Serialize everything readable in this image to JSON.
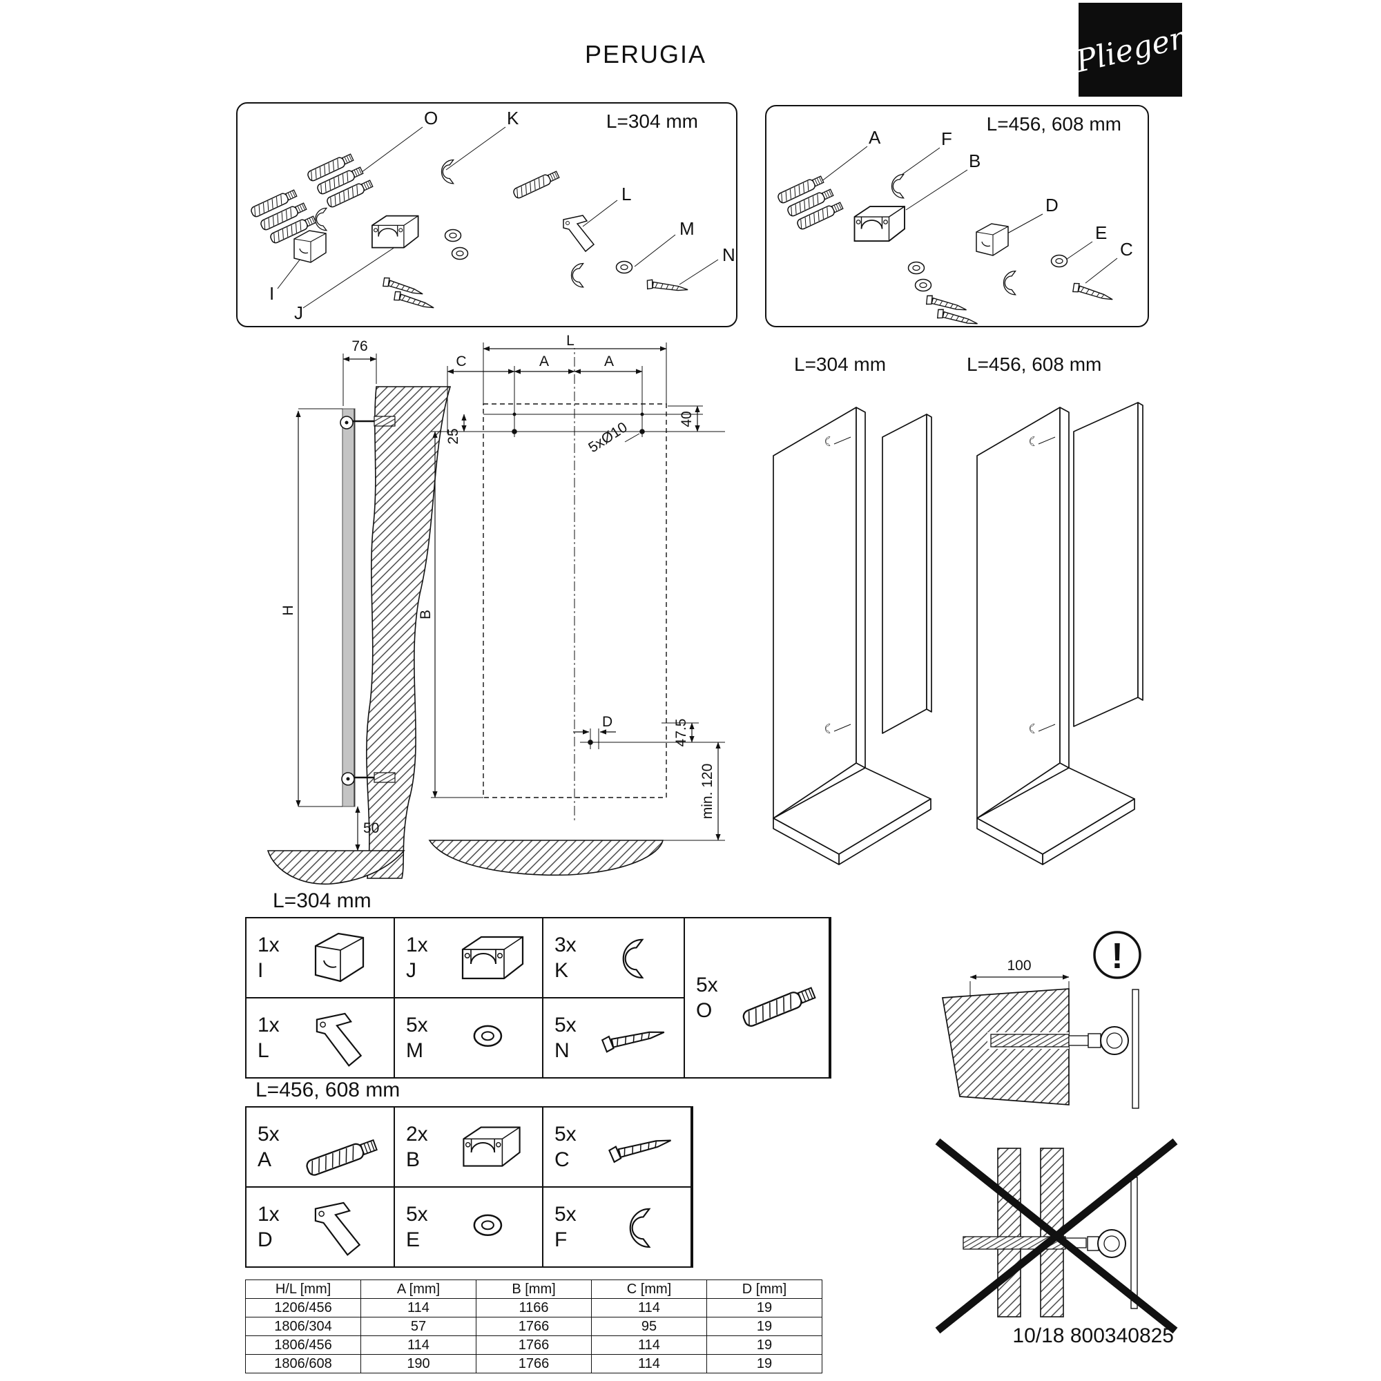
{
  "header": {
    "title": "PERUGIA",
    "brand": "Plieger",
    "doc_code": "10/18 800340825"
  },
  "exploded_304": {
    "size_label": "L=304 mm",
    "parts": {
      "o": "O",
      "k": "K",
      "l": "L",
      "m": "M",
      "n": "N",
      "i": "I",
      "j": "J"
    }
  },
  "exploded_456": {
    "size_label": "L=456, 608 mm",
    "parts": {
      "a": "A",
      "f": "F",
      "b": "B",
      "d": "D",
      "e": "E",
      "c": "C"
    }
  },
  "side_view": {
    "dim_top": "76",
    "dim_height": "H",
    "dim_bottom": "50"
  },
  "front_view": {
    "dim_l": "L",
    "dim_c": "C",
    "dim_a1": "A",
    "dim_a2": "A",
    "dim_40": "40",
    "dim_25": "25",
    "dim_b": "B",
    "holes": "5xØ10",
    "dim_d": "D",
    "dim_475": "47.5",
    "dim_min": "min. 120"
  },
  "iso_views": {
    "label_304": "L=304 mm",
    "label_456": "L=456, 608 mm"
  },
  "parts_table_304": {
    "label": "L=304 mm",
    "i": {
      "qty": "1x",
      "id": "I"
    },
    "j": {
      "qty": "1x",
      "id": "J"
    },
    "k": {
      "qty": "3x",
      "id": "K"
    },
    "o": {
      "qty": "5x",
      "id": "O"
    },
    "l": {
      "qty": "1x",
      "id": "L"
    },
    "m": {
      "qty": "5x",
      "id": "M"
    },
    "n": {
      "qty": "5x",
      "id": "N"
    }
  },
  "parts_table_456": {
    "label": "L=456, 608 mm",
    "a": {
      "qty": "5x",
      "id": "A"
    },
    "b": {
      "qty": "2x",
      "id": "B"
    },
    "c": {
      "qty": "5x",
      "id": "C"
    },
    "d": {
      "qty": "1x",
      "id": "D"
    },
    "e": {
      "qty": "5x",
      "id": "E"
    },
    "f": {
      "qty": "5x",
      "id": "F"
    }
  },
  "spec_table": {
    "headers": [
      "H/L [mm]",
      "A [mm]",
      "B [mm]",
      "C [mm]",
      "D [mm]"
    ],
    "rows": [
      [
        "1206/456",
        "114",
        "1166",
        "114",
        "19"
      ],
      [
        "1806/304",
        "57",
        "1766",
        "95",
        "19"
      ],
      [
        "1806/456",
        "114",
        "1766",
        "114",
        "19"
      ],
      [
        "1806/608",
        "190",
        "1766",
        "114",
        "19"
      ]
    ]
  },
  "detail": {
    "dim_100": "100",
    "warning": "!"
  }
}
